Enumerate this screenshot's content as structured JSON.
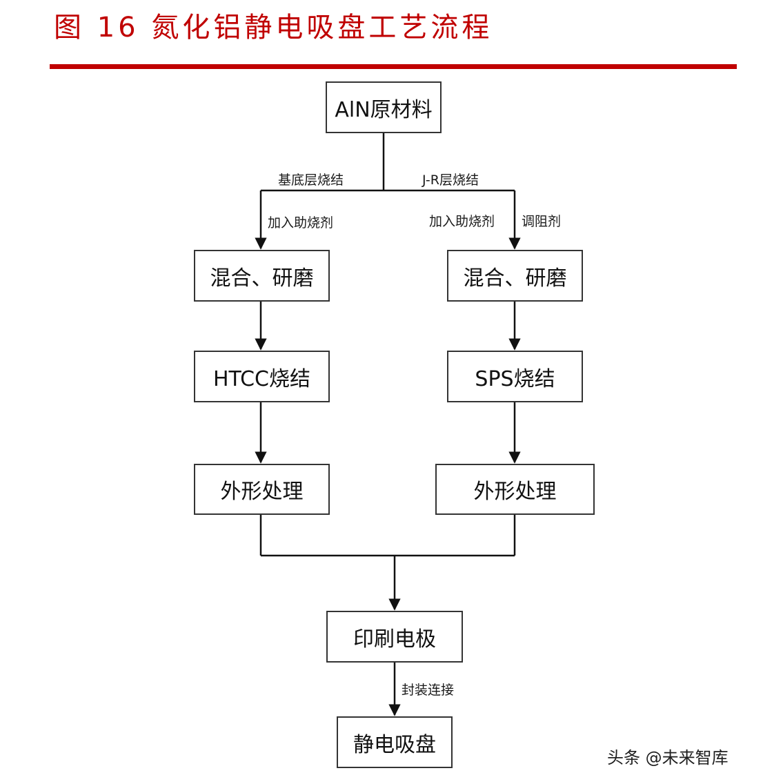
{
  "header": {
    "title": "图 16 氮化铝静电吸盘工艺流程",
    "rule_color": "#c00000",
    "title_color": "#c00000"
  },
  "nodes": {
    "raw_material": "AlN原材料",
    "left_mix": "混合、研磨",
    "left_sinter": "HTCC烧结",
    "left_shape": "外形处理",
    "right_mix": "混合、研磨",
    "right_sinter": "SPS烧结",
    "right_shape": "外形处理",
    "print": "印刷电极",
    "final": "静电吸盘"
  },
  "labels": {
    "base_sinter": "基底层烧结",
    "jr_sinter": "J-R层烧结",
    "left_additive": "加入助烧剂",
    "right_additive": "加入助烧剂",
    "resistivity_agent": "调阻剂",
    "package": "封装连接"
  },
  "watermark": {
    "text": "头条 @未来智库"
  }
}
